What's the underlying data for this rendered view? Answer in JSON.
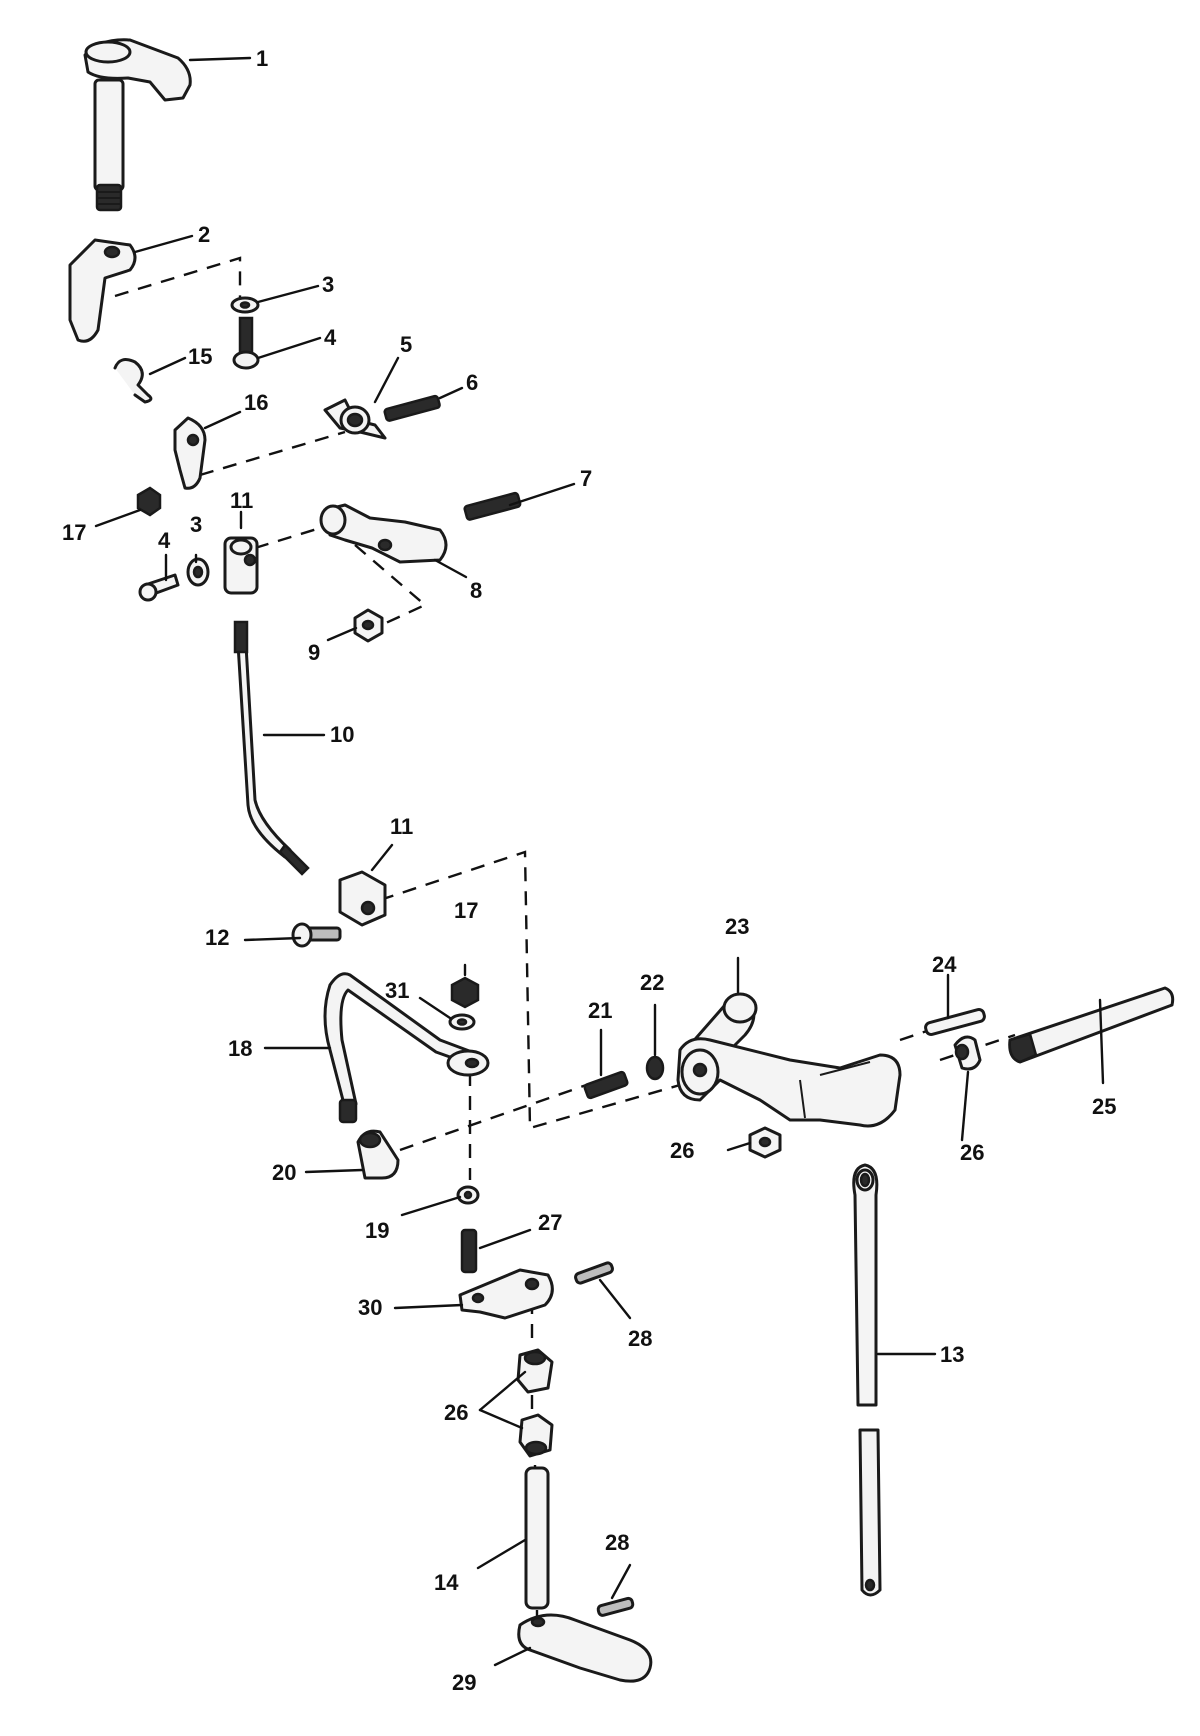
{
  "diagram": {
    "callouts": [
      {
        "key": "c1",
        "text": "1"
      },
      {
        "key": "c2",
        "text": "2"
      },
      {
        "key": "c3a",
        "text": "3"
      },
      {
        "key": "c4a",
        "text": "4"
      },
      {
        "key": "c15",
        "text": "15"
      },
      {
        "key": "c5",
        "text": "5"
      },
      {
        "key": "c6",
        "text": "6"
      },
      {
        "key": "c16",
        "text": "16"
      },
      {
        "key": "c17a",
        "text": "17"
      },
      {
        "key": "c11a",
        "text": "11"
      },
      {
        "key": "c4b",
        "text": "4"
      },
      {
        "key": "c3b",
        "text": "3"
      },
      {
        "key": "c7",
        "text": "7"
      },
      {
        "key": "c8",
        "text": "8"
      },
      {
        "key": "c9",
        "text": "9"
      },
      {
        "key": "c10",
        "text": "10"
      },
      {
        "key": "c11b",
        "text": "11"
      },
      {
        "key": "c12",
        "text": "12"
      },
      {
        "key": "c17b",
        "text": "17"
      },
      {
        "key": "c23",
        "text": "23"
      },
      {
        "key": "c31",
        "text": "31"
      },
      {
        "key": "c22",
        "text": "22"
      },
      {
        "key": "c24",
        "text": "24"
      },
      {
        "key": "c21",
        "text": "21"
      },
      {
        "key": "c18",
        "text": "18"
      },
      {
        "key": "c25",
        "text": "25"
      },
      {
        "key": "c26a",
        "text": "26"
      },
      {
        "key": "c26b",
        "text": "26"
      },
      {
        "key": "c20",
        "text": "20"
      },
      {
        "key": "c19",
        "text": "19"
      },
      {
        "key": "c27",
        "text": "27"
      },
      {
        "key": "c30",
        "text": "30"
      },
      {
        "key": "c28a",
        "text": "28"
      },
      {
        "key": "c13",
        "text": "13"
      },
      {
        "key": "c26c",
        "text": "26"
      },
      {
        "key": "c14",
        "text": "14"
      },
      {
        "key": "c28b",
        "text": "28"
      },
      {
        "key": "c29",
        "text": "29"
      }
    ]
  }
}
